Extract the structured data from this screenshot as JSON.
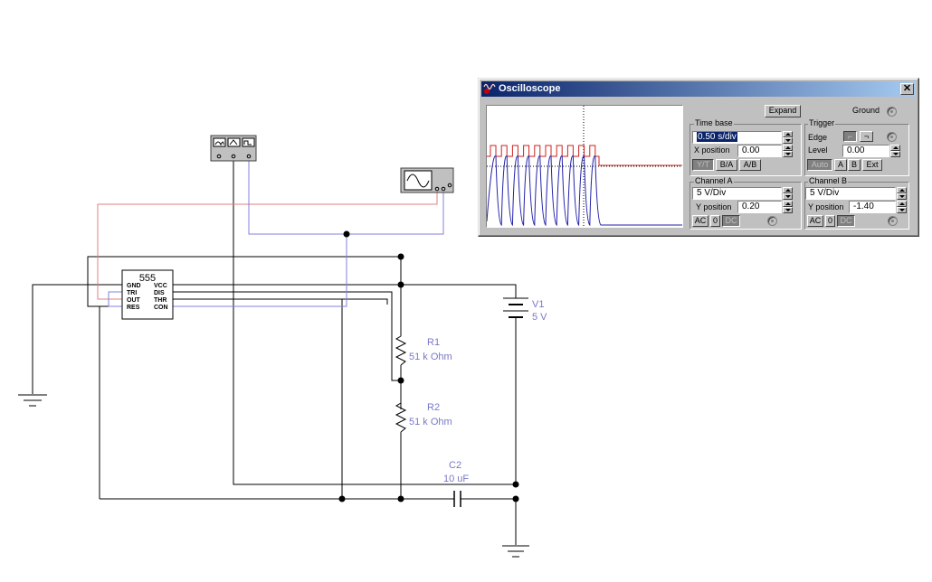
{
  "colors": {
    "trace_a": "#cc2222",
    "trace_b": "#2222aa",
    "wire_red": "#e08080",
    "wire_blue": "#8080e0",
    "label": "#7878c8"
  },
  "schematic": {
    "chip": {
      "title": "555",
      "left_pins": [
        "GND",
        "TRI",
        "OUT",
        "RES"
      ],
      "right_pins": [
        "VCC",
        "DIS",
        "THR",
        "CON"
      ]
    },
    "v1": {
      "name": "V1",
      "value": "5 V"
    },
    "r1": {
      "name": "R1",
      "value": "51 k Ohm"
    },
    "r2": {
      "name": "R2",
      "value": "51 k Ohm"
    },
    "c2": {
      "name": "C2",
      "value": "10 uF"
    },
    "multimeter_icon": "multimeter-icon",
    "function_generator_icon": "function-generator-icon",
    "ground_icon": "ground-icon"
  },
  "oscilloscope": {
    "title": "Oscilloscope",
    "expand_label": "Expand",
    "ground_label": "Ground",
    "timebase": {
      "heading": "Time base",
      "value": "0.50 s/div",
      "xpos_label": "X position",
      "xpos_value": "0.00",
      "modes": [
        "Y/T",
        "B/A",
        "A/B"
      ],
      "active_mode": "Y/T"
    },
    "trigger": {
      "heading": "Trigger",
      "edge_label": "Edge",
      "level_label": "Level",
      "level_value": "0.00",
      "sources": [
        "Auto",
        "A",
        "B",
        "Ext"
      ],
      "active_source": "Auto"
    },
    "channel_a": {
      "heading": "Channel A",
      "scale": "5 V/Div",
      "ypos_label": "Y position",
      "ypos_value": "0.20",
      "coupling": [
        "AC",
        "0",
        "DC"
      ],
      "active_coupling": "DC"
    },
    "channel_b": {
      "heading": "Channel B",
      "scale": "5 V/Div",
      "ypos_label": "Y position",
      "ypos_value": "-1.40",
      "coupling": [
        "AC",
        "0",
        "DC"
      ],
      "active_coupling": "DC"
    },
    "display": {
      "cycles_visible": 10
    }
  }
}
